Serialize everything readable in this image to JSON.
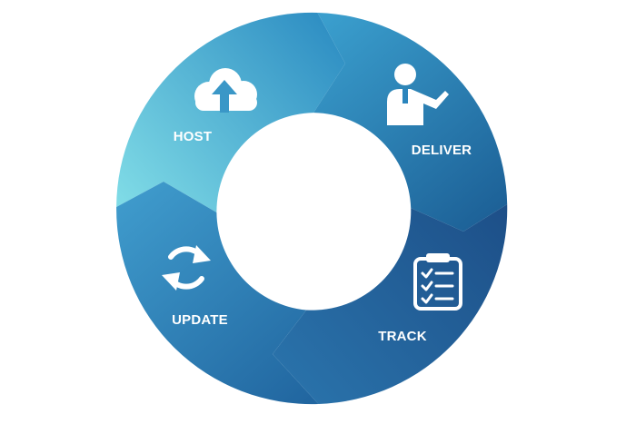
{
  "stages": [
    {
      "label": "HOST",
      "icon": "cloud-upload-icon"
    },
    {
      "label": "DELIVER",
      "icon": "presenter-icon"
    },
    {
      "label": "TRACK",
      "icon": "clipboard-checklist-icon"
    },
    {
      "label": "UPDATE",
      "icon": "refresh-icon"
    }
  ],
  "colors": {
    "host": [
      "#74d6e3",
      "#2f8fc2"
    ],
    "deliver": [
      "#3a9ccb",
      "#1c5f95"
    ],
    "track": [
      "#215f98",
      "#123f73"
    ],
    "update": [
      "#3d96c8",
      "#2369a0"
    ],
    "icon": "#ffffff",
    "background": "#ffffff"
  }
}
